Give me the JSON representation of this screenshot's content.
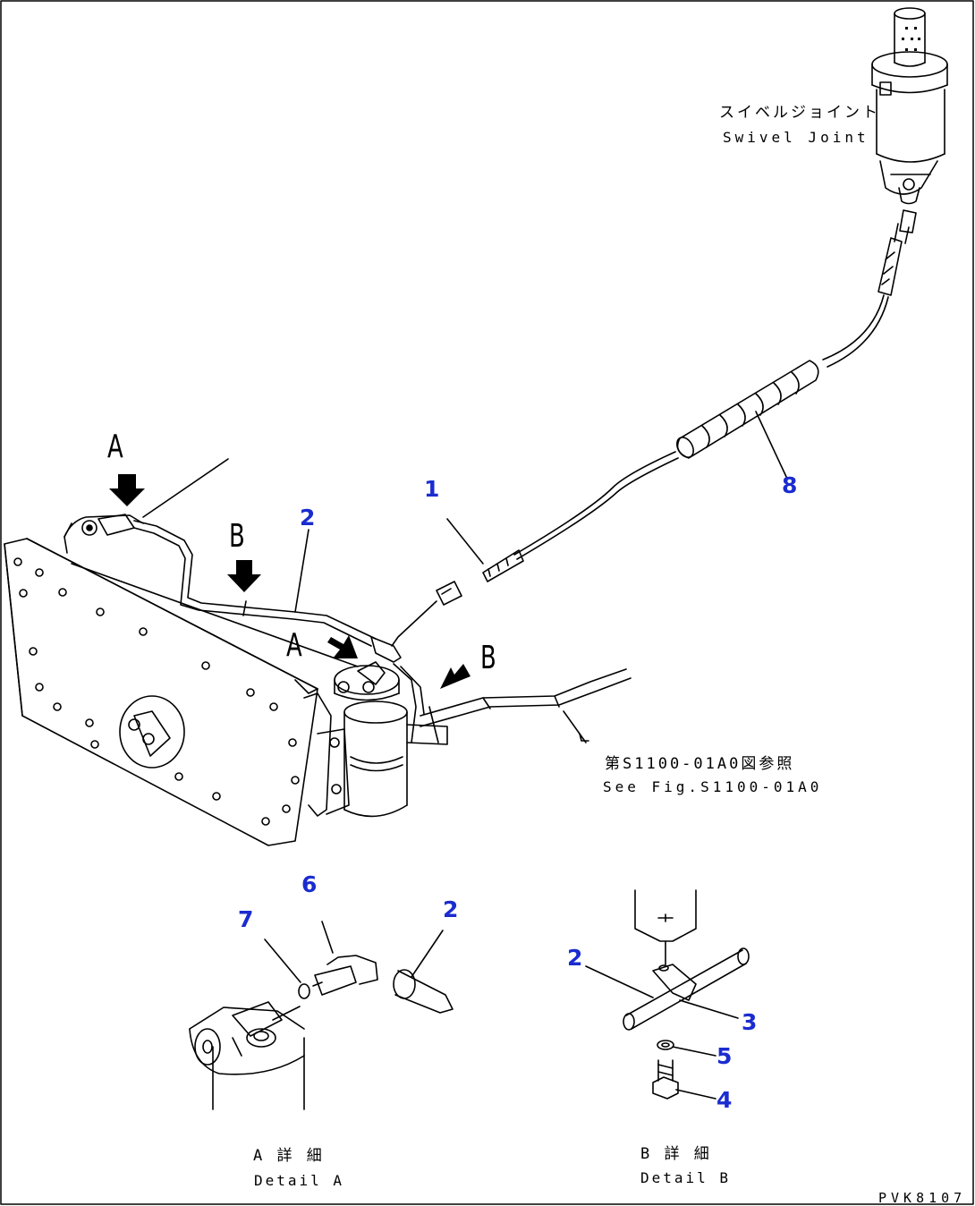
{
  "swivel_joint": {
    "jp": "スイベルジョイント",
    "en": "Swivel Joint"
  },
  "see_fig": {
    "jp": "第S1100-01A0図参照",
    "en": "See Fig.S1100-01A0"
  },
  "view_letters": {
    "a_top": "A",
    "b_top": "B",
    "a_mid": "A",
    "b_mid": "B"
  },
  "callouts": {
    "n1": "1",
    "n2_main": "2",
    "n8": "8",
    "n7": "7",
    "n6": "6",
    "n2_detail_a": "2",
    "n2_detail_b": "2",
    "n3": "3",
    "n5": "5",
    "n4": "4"
  },
  "detail_a": {
    "jp": "A 詳 細",
    "en": "Detail A"
  },
  "detail_b": {
    "jp": "B 詳 細",
    "en": "Detail B"
  },
  "drawing_code": "PVK8107",
  "colors": {
    "callout": "#1a2ccf",
    "line": "#000000"
  }
}
